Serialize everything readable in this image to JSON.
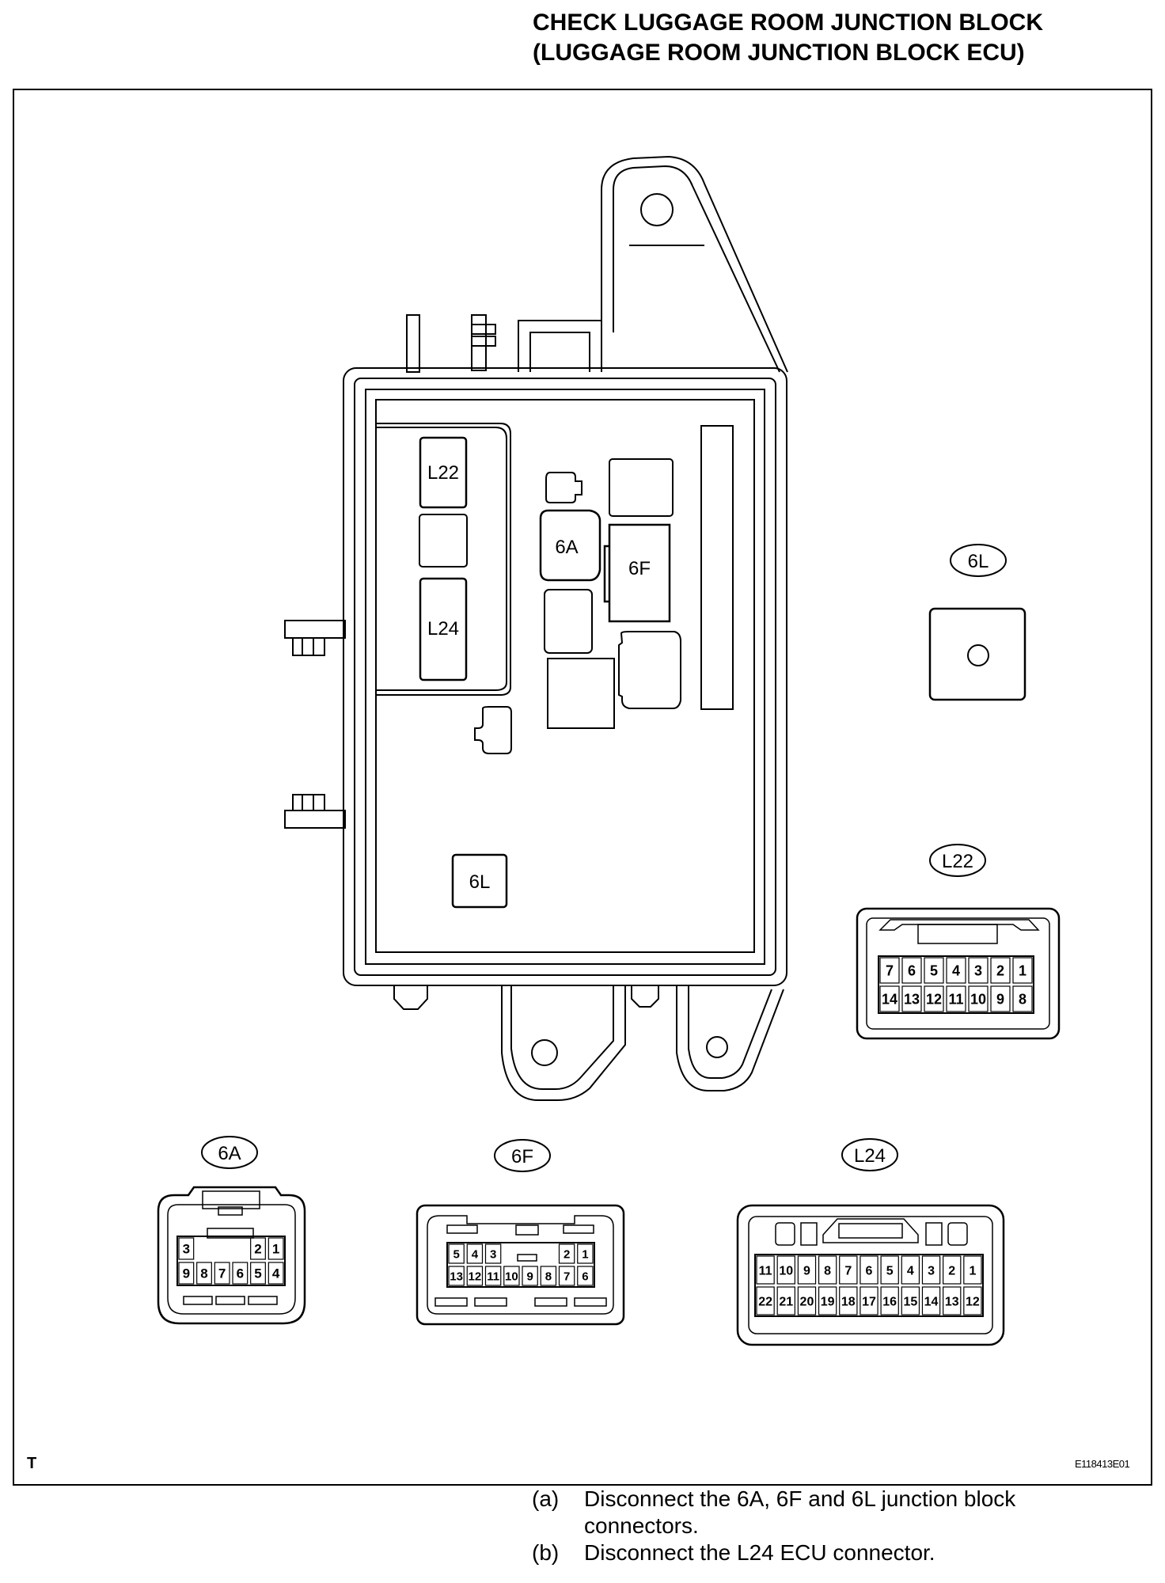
{
  "title": {
    "line1": "CHECK LUGGAGE ROOM JUNCTION BLOCK",
    "line2": "(LUGGAGE ROOM JUNCTION BLOCK ECU)"
  },
  "block_labels": {
    "l22": "L22",
    "l24": "L24",
    "six_a": "6A",
    "six_f": "6F",
    "six_l": "6L"
  },
  "connectors": {
    "six_l": {
      "label": "6L"
    },
    "l22": {
      "label": "L22",
      "top_row": [
        "7",
        "6",
        "5",
        "4",
        "3",
        "2",
        "1"
      ],
      "bottom_row": [
        "14",
        "13",
        "12",
        "11",
        "10",
        "9",
        "8"
      ]
    },
    "six_a": {
      "label": "6A",
      "top_row": [
        "3",
        "",
        "",
        "",
        "2",
        "1"
      ],
      "bottom_row": [
        "9",
        "8",
        "7",
        "6",
        "5",
        "4"
      ]
    },
    "six_f": {
      "label": "6F",
      "top_row": [
        "5",
        "4",
        "3",
        "",
        "",
        "",
        "2",
        "1"
      ],
      "bottom_row": [
        "13",
        "12",
        "11",
        "10",
        "9",
        "8",
        "7",
        "6"
      ]
    },
    "l24": {
      "label": "L24",
      "top_row": [
        "11",
        "10",
        "9",
        "8",
        "7",
        "6",
        "5",
        "4",
        "3",
        "2",
        "1"
      ],
      "bottom_row": [
        "22",
        "21",
        "20",
        "19",
        "18",
        "17",
        "16",
        "15",
        "14",
        "13",
        "12"
      ]
    }
  },
  "footer": {
    "left_mark": "T",
    "figure_code": "E118413E01"
  },
  "steps": [
    {
      "label": "(a)",
      "text": "Disconnect the 6A, 6F and 6L junction block connectors."
    },
    {
      "label": "(b)",
      "text": "Disconnect the L24 ECU connector."
    }
  ]
}
